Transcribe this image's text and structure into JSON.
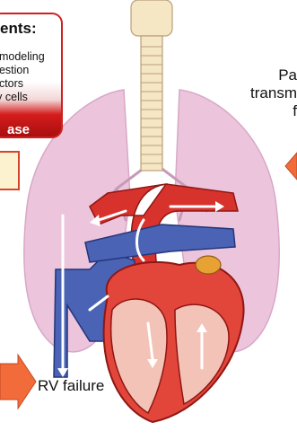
{
  "left_panel": {
    "title": "ents:",
    "items": [
      "emodeling",
      "gestion",
      "actors",
      "ry cells"
    ],
    "badge": "ase"
  },
  "right_panel": {
    "lines": [
      "Pa",
      "transm",
      "f"
    ]
  },
  "rv_label": "RV failure",
  "colors": {
    "panel_border": "#cf2020",
    "panel_gradient_red": "#d51c1c",
    "small_box_fill": "#fdf2cf",
    "arrow_orange": "#f26b3a",
    "lung_pink": "#ecc5dd",
    "vessel_red": "#d8322c",
    "vessel_blue": "#4a63b5",
    "trachea": "#f5e6c4"
  }
}
